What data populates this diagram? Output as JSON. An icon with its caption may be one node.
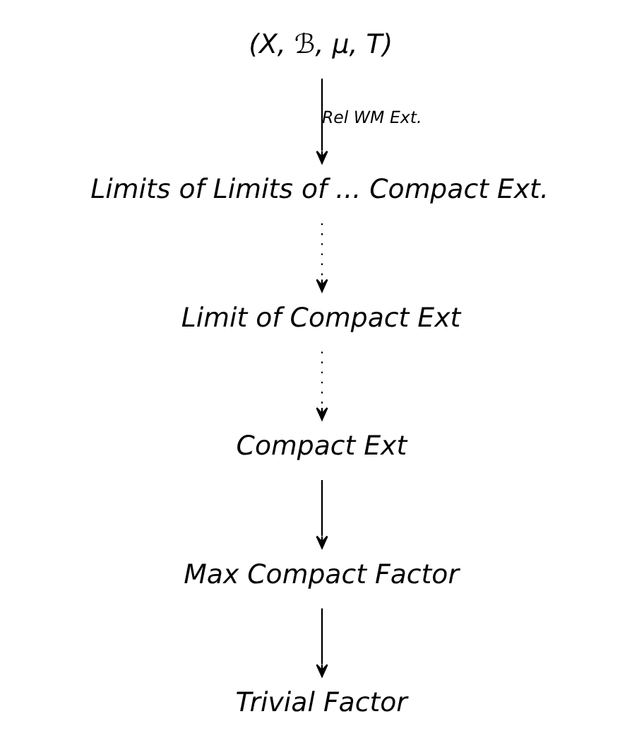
{
  "diagram": {
    "nodes": [
      {
        "text": [
          "(X, ℬ, μ, T)"
        ]
      },
      {
        "text": [
          "Limits of Limits of ... Compact Ext."
        ]
      },
      {
        "text": [
          "Limit of Compact Ext"
        ]
      },
      {
        "text": [
          "Compact Ext"
        ]
      },
      {
        "text": [
          "Max Compact Factor"
        ]
      },
      {
        "text": [
          "Trivial Factor"
        ]
      }
    ],
    "edges": [
      {
        "from": 0,
        "to": 1,
        "arrow": "to",
        "label": "Rel WM Ext."
      },
      {
        "from": 1,
        "to": 2,
        "arrow": "to",
        "style": "dashed"
      },
      {
        "from": 2,
        "to": 3,
        "arrow": "to",
        "style": "dashed"
      },
      {
        "from": 3,
        "to": 4,
        "arrow": "to"
      },
      {
        "from": 4,
        "to": 5,
        "arrow": "to"
      }
    ]
  }
}
